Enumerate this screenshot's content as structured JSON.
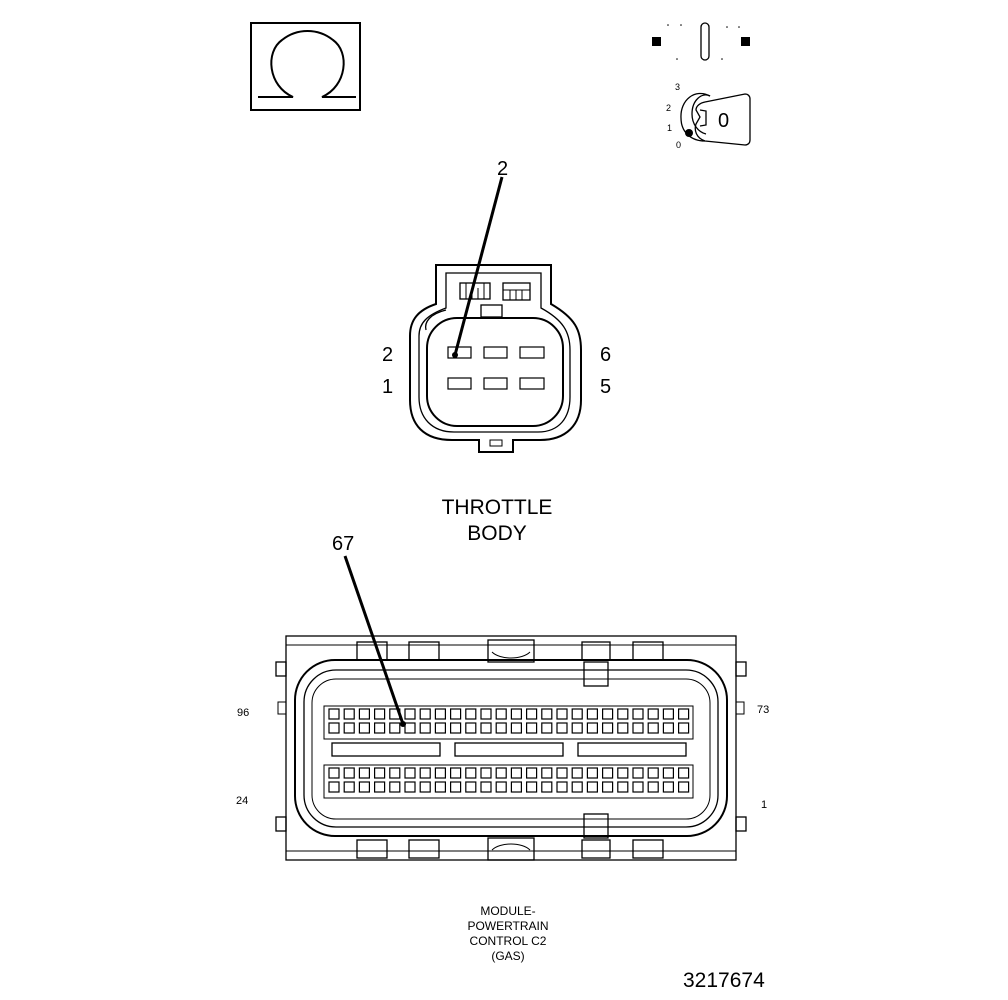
{
  "ohm_symbol": {
    "glyph": "Ω",
    "icon": "ohm-icon"
  },
  "ignition_switch": {
    "icon": "ignition-key-icon",
    "position_labels": [
      "3",
      "2",
      "1",
      "0"
    ],
    "key_label": "0"
  },
  "throttle_body_connector": {
    "callout_pin": "2",
    "left_labels": [
      "2",
      "1"
    ],
    "right_labels": [
      "6",
      "5"
    ],
    "title_line1": "THROTTLE",
    "title_line2": "BODY"
  },
  "pcm_connector": {
    "callout_pin": "67",
    "top_left_label": "96",
    "bottom_left_label": "24",
    "top_right_label": "73",
    "bottom_right_label": "1",
    "caption_lines": [
      "MODULE-",
      "POWERTRAIN",
      "CONTROL C2",
      "(GAS)"
    ]
  },
  "figure_number": "3217674"
}
